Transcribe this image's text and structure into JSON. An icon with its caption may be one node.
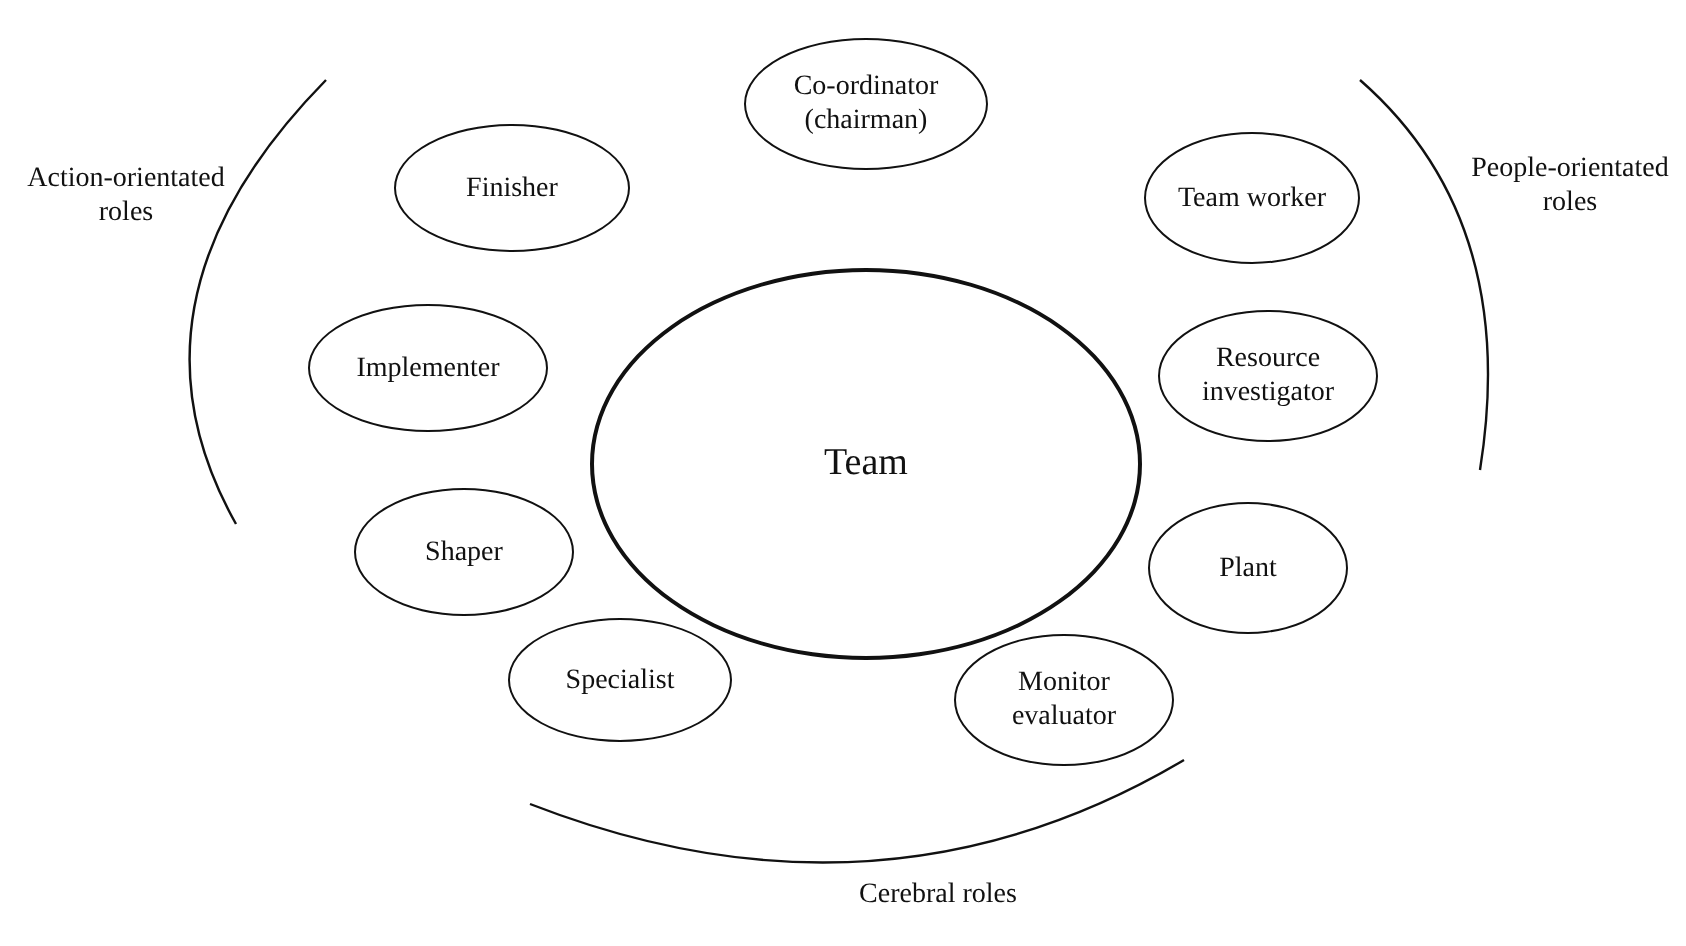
{
  "diagram": {
    "nodes": [
      {
        "text": [
          "Team"
        ]
      },
      {
        "text": [
          "Co-ordinator (chairman)"
        ]
      },
      {
        "text": [
          "Finisher"
        ]
      },
      {
        "text": [
          "Team worker"
        ]
      },
      {
        "text": [
          "Implementer"
        ]
      },
      {
        "text": [
          "Resource investigator"
        ]
      },
      {
        "text": [
          "Shaper"
        ]
      },
      {
        "text": [
          "Plant"
        ]
      },
      {
        "text": [
          "Specialist"
        ]
      },
      {
        "text": [
          "Monitor evaluator"
        ]
      }
    ],
    "edges": [],
    "labels": [
      "Action-orientated roles",
      "People-orientated roles",
      "Cerebral roles"
    ]
  }
}
